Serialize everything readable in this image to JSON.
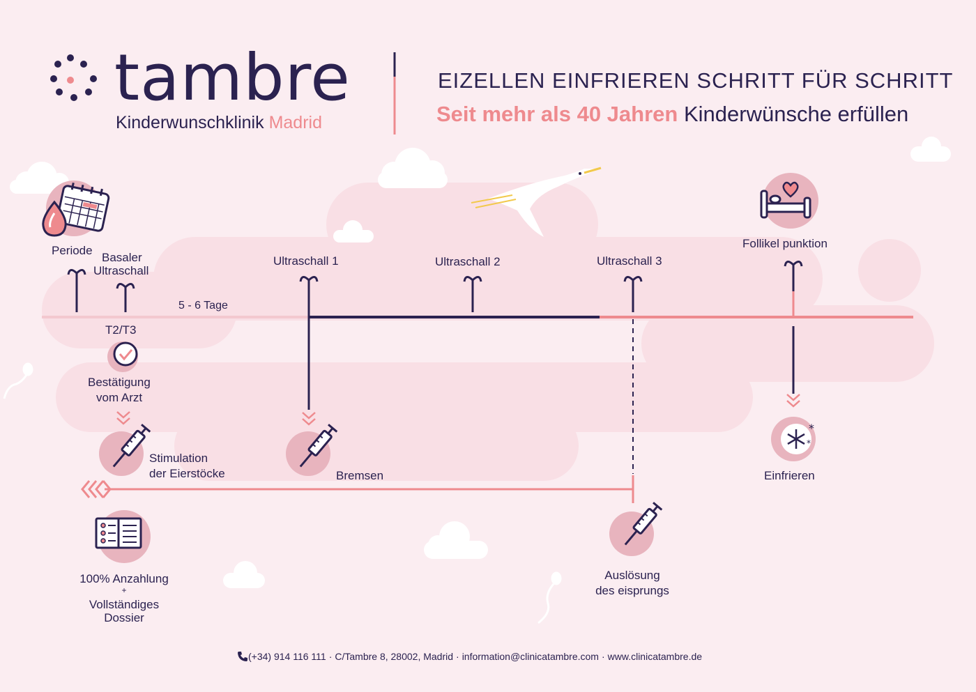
{
  "brand": {
    "name": "tambre",
    "subtitle": "Kinderwunschklinik",
    "city": "Madrid"
  },
  "header": {
    "title": "EIZELLEN EINFRIEREN SCHRITT FÜR SCHRITT",
    "subtitle_highlight": "Seit mehr als 40 Jahren",
    "subtitle_rest": "Kinderwünsche erfüllen"
  },
  "timeline": {
    "periode": "Periode",
    "basaler": "Basaler",
    "ultraschall_basal": "Ultraschall",
    "tage": "5 - 6 Tage",
    "ultraschall_1": "Ultraschall 1",
    "ultraschall_2": "Ultraschall 2",
    "ultraschall_3": "Ultraschall 3",
    "follikel": "Follikel punktion",
    "t2t3": "T2/T3",
    "bestaetigung_1": "Bestätigung",
    "bestaetigung_2": "vom Arzt",
    "stimulation_1": "Stimulation",
    "stimulation_2": "der Eierstöcke",
    "bremsen": "Bremsen",
    "einfrieren": "Einfrieren",
    "anzahlung_1": "100% Anzahlung",
    "anzahlung_plus": "+",
    "anzahlung_2": "Vollständiges",
    "anzahlung_3": "Dossier",
    "ausloesung_1": "Auslösung",
    "ausloesung_2": "des eisprungs"
  },
  "footer": {
    "phone": "(+34) 914 116 111",
    "address": "C/Tambre 8, 28002, Madrid",
    "email": "information@clinicatambre.com",
    "web": "www.clinicatambre.de"
  },
  "icons": [
    "phone-icon",
    "calendar-icon",
    "drop-icon",
    "syringe-icon",
    "checkmark-icon",
    "bed-icon",
    "heart-icon",
    "snowflake-icon",
    "document-icon",
    "stork-icon",
    "cloud-icon",
    "sperm-icon",
    "sprout-marker-icon"
  ],
  "colors": {
    "background": "#fbedf1",
    "navy": "#2b2250",
    "coral": "#ee8a8e",
    "pink_circle": "#e8b4be",
    "pink_line": "#f3c8cf"
  }
}
